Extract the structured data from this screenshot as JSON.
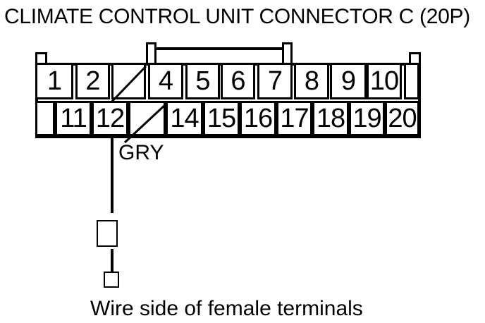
{
  "title": "CLIMATE CONTROL UNIT CONNECTOR C (20P)",
  "caption": "Wire side of female terminals",
  "wire": {
    "color_label": "GRY"
  },
  "connector": {
    "rows": [
      {
        "name": "top",
        "cells": [
          {
            "label": "1",
            "type": "pin"
          },
          {
            "label": "2",
            "type": "pin"
          },
          {
            "label": "",
            "type": "slashed"
          },
          {
            "label": "4",
            "type": "pin"
          },
          {
            "label": "5",
            "type": "pin"
          },
          {
            "label": "6",
            "type": "pin"
          },
          {
            "label": "7",
            "type": "pin"
          },
          {
            "label": "8",
            "type": "pin"
          },
          {
            "label": "9",
            "type": "pin"
          },
          {
            "label": "10",
            "type": "pin"
          },
          {
            "label": "",
            "type": "blank"
          }
        ]
      },
      {
        "name": "bottom",
        "cells": [
          {
            "label": "",
            "type": "blank"
          },
          {
            "label": "11",
            "type": "pin"
          },
          {
            "label": "12",
            "type": "pin"
          },
          {
            "label": "",
            "type": "slashed"
          },
          {
            "label": "14",
            "type": "pin"
          },
          {
            "label": "15",
            "type": "pin"
          },
          {
            "label": "16",
            "type": "pin"
          },
          {
            "label": "17",
            "type": "pin"
          },
          {
            "label": "18",
            "type": "pin"
          },
          {
            "label": "19",
            "type": "pin"
          },
          {
            "label": "20",
            "type": "pin"
          }
        ]
      }
    ]
  },
  "colors": {
    "line": "#000000",
    "background": "#ffffff"
  }
}
